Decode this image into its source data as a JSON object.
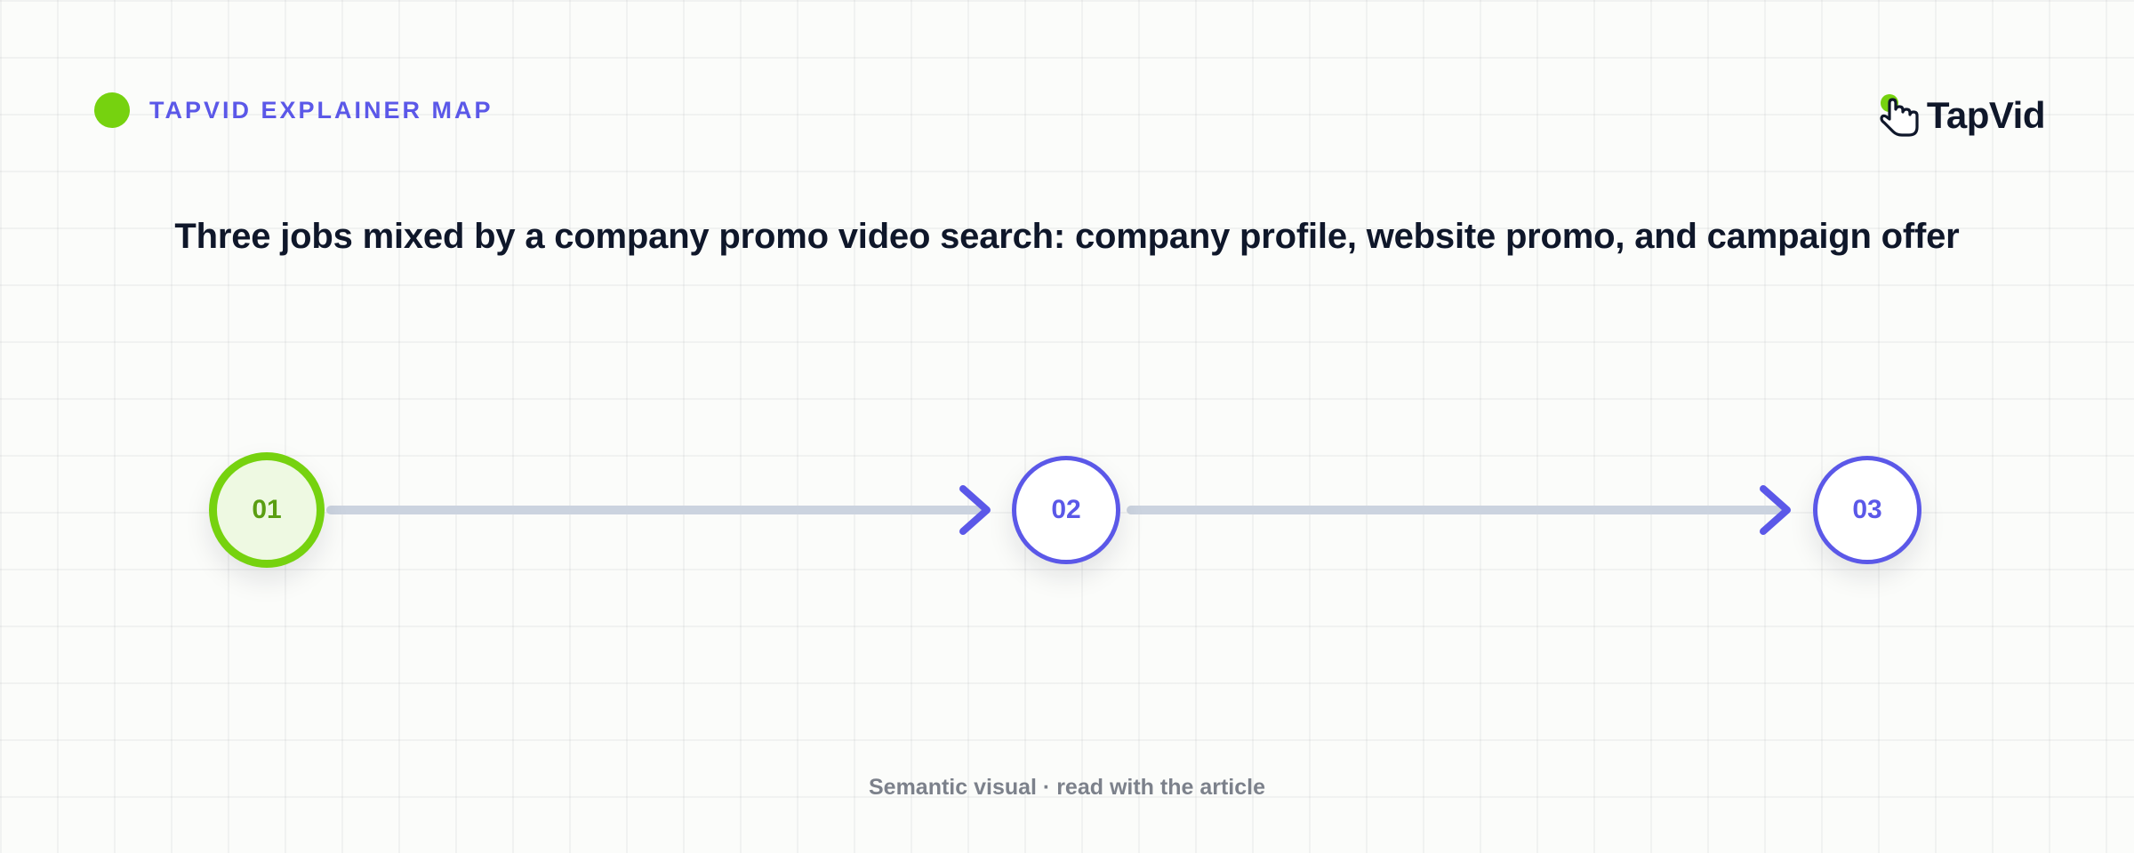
{
  "header": {
    "eyebrow": "TAPVID EXPLAINER MAP",
    "brand": "TapVid",
    "logo_icon": "pointing-hand-cursor-icon"
  },
  "title": "Three jobs mixed by a company promo video search: company profile, website promo, and campaign offer",
  "steps": [
    {
      "label": "01",
      "state": "active"
    },
    {
      "label": "02",
      "state": "default"
    },
    {
      "label": "03",
      "state": "default"
    }
  ],
  "footer": "Semantic visual · read with the article",
  "colors": {
    "accent": "#5b58e8",
    "active": "#76d20f",
    "connector": "#cbd3df",
    "ink": "#0f172a",
    "muted": "#7c818b"
  }
}
